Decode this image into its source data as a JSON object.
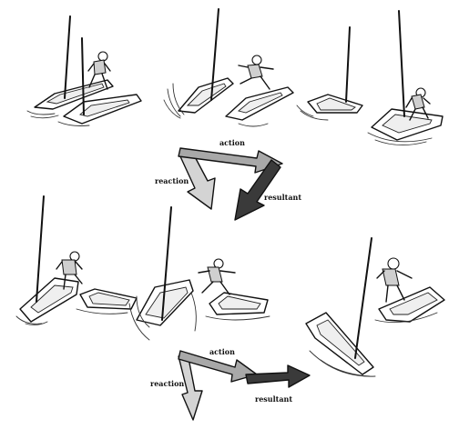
{
  "diagram_top": {
    "labels": {
      "action": "action",
      "reaction": "reaction",
      "resultant": "resultant"
    },
    "arrow_shades": {
      "action": "#a8a8a8",
      "reaction": "#d4d4d4",
      "resultant": "#3a3a3a"
    }
  },
  "diagram_bottom": {
    "labels": {
      "action": "action",
      "reaction": "reaction",
      "resultant": "resultant"
    },
    "arrow_shades": {
      "action": "#a8a8a8",
      "reaction": "#d4d4d4",
      "resultant": "#3a3a3a"
    }
  }
}
